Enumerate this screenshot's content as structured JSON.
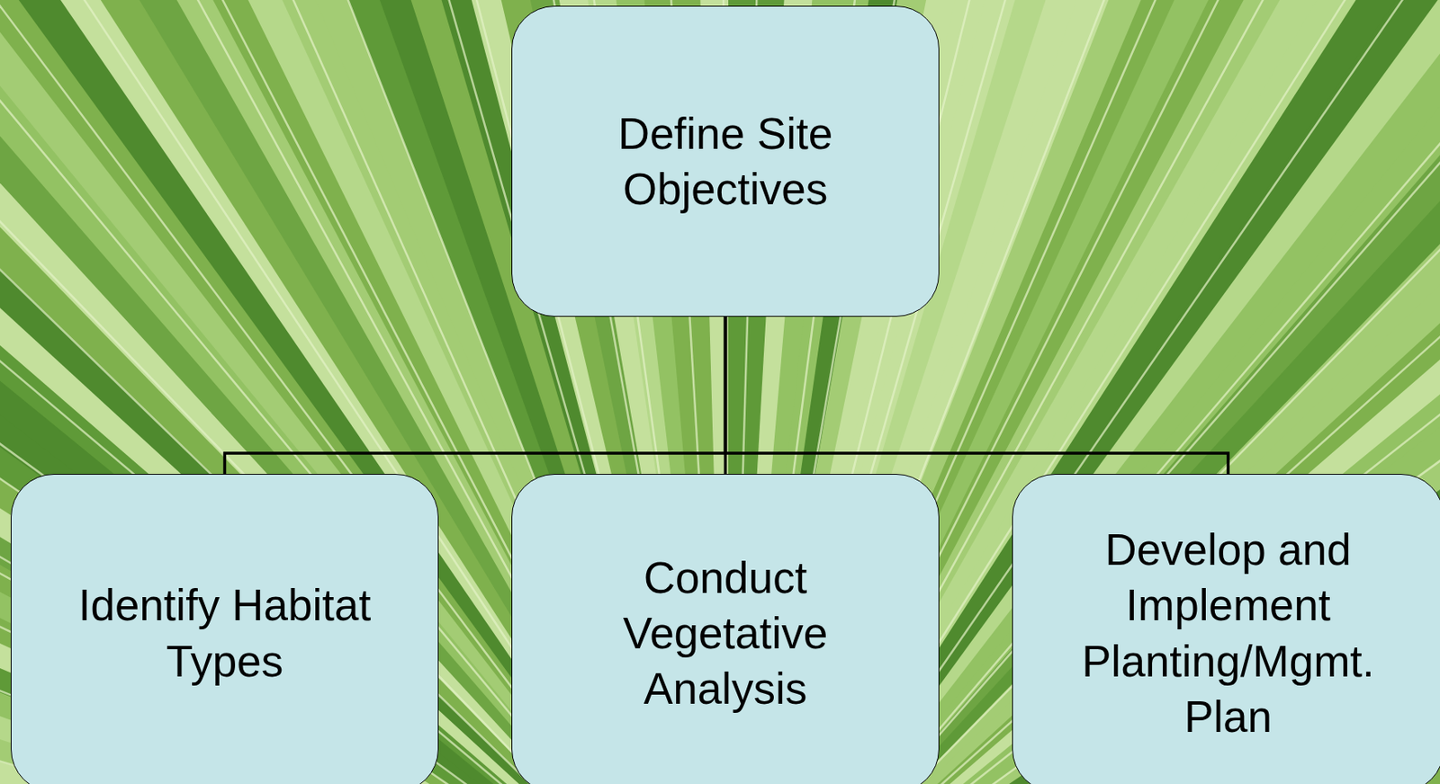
{
  "diagram": {
    "nodes": [
      {
        "text": [
          "Define Site Objectives"
        ]
      },
      {
        "text": [
          "Identify Habitat Types"
        ]
      },
      {
        "text": [
          "Conduct Vegetative Analysis"
        ]
      },
      {
        "text": [
          "Develop and Implement Planting/Mgmt. Plan"
        ]
      }
    ],
    "edges": [
      {
        "from": 0,
        "to": 1,
        "arrow": "none"
      },
      {
        "from": 0,
        "to": 2,
        "arrow": "none"
      },
      {
        "from": 0,
        "to": 3,
        "arrow": "none"
      }
    ]
  }
}
